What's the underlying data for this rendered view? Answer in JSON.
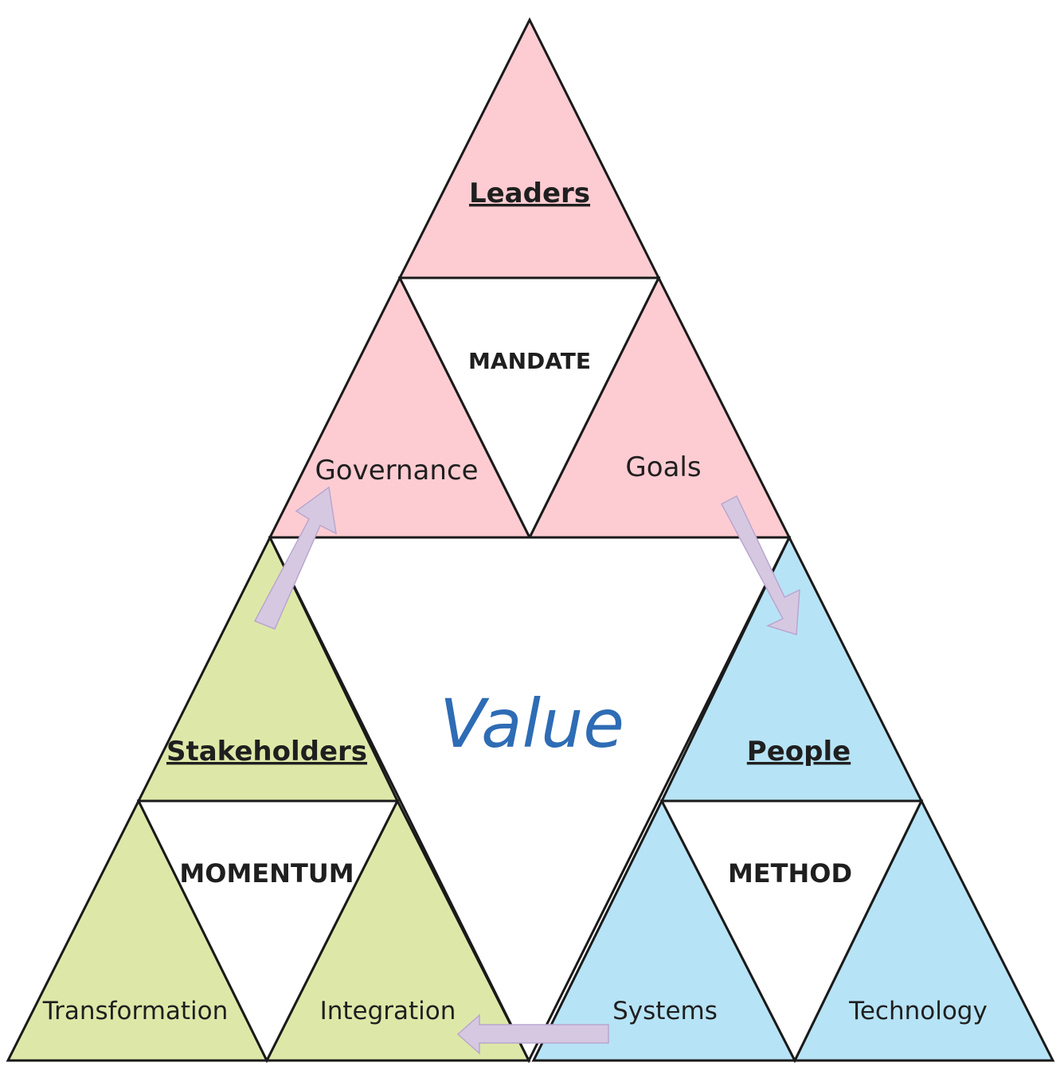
{
  "colors": {
    "pink": "#fdccd2",
    "green": "#dde8a8",
    "blue": "#b7e3f6",
    "white": "#ffffff",
    "arrow": "#d7c8e2",
    "value_text": "#2e6cb5"
  },
  "center": {
    "label": "Value"
  },
  "top": {
    "title": "Leaders",
    "middle": "MANDATE",
    "left": "Governance",
    "right": "Goals"
  },
  "bottom_left": {
    "title": "Stakeholders",
    "middle": "MOMENTUM",
    "left": "Transformation",
    "right": "Integration"
  },
  "bottom_right": {
    "title": "People",
    "middle": "METHOD",
    "left": "Systems",
    "right": "Technology"
  },
  "arrows": [
    {
      "name": "goals-to-people",
      "direction": "down-right"
    },
    {
      "name": "systems-to-integration",
      "direction": "left"
    },
    {
      "name": "stakeholders-to-governance",
      "direction": "up-right"
    }
  ]
}
